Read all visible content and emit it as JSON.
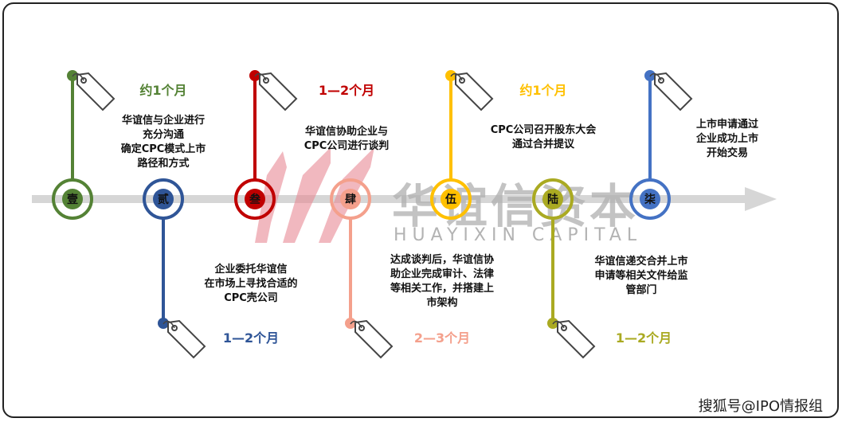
{
  "watermark": {
    "cn": "华谊信资本",
    "en": "HUAYIXIN CAPITAL"
  },
  "footer": "搜狐号@IPO情报组",
  "steps": [
    {
      "num": "壹",
      "color": "#548235",
      "side": "top",
      "duration": "约1个月",
      "desc": "华谊信与企业进行\n充分沟通\n确定CPC模式上市\n路径和方式"
    },
    {
      "num": "贰",
      "color": "#2f5597",
      "side": "bottom",
      "duration": "1—2个月",
      "desc": "企业委托华谊信\n在市场上寻找合适的\nCPC壳公司"
    },
    {
      "num": "叁",
      "color": "#c00000",
      "side": "top",
      "duration": "1—2个月",
      "desc": "华谊信协助企业与\nCPC公司进行谈判"
    },
    {
      "num": "肆",
      "color": "#f4a08c",
      "side": "bottom",
      "duration": "2—3个月",
      "desc": "达成谈判后，华谊信协\n助企业完成审计、法律\n等相关工作，并搭建上\n市架构"
    },
    {
      "num": "伍",
      "color": "#ffc000",
      "side": "top",
      "duration": "约1个月",
      "desc": "CPC公司召开股东大会\n通过合并提议"
    },
    {
      "num": "陆",
      "color": "#aaaa22",
      "side": "bottom",
      "duration": "1—2个月",
      "desc": "华谊信递交合并上市\n申请等相关文件给监\n管部门"
    },
    {
      "num": "柒",
      "color": "#4472c4",
      "side": "top",
      "duration": "",
      "desc": "上市申请通过\n企业成功上市\n开始交易"
    }
  ]
}
